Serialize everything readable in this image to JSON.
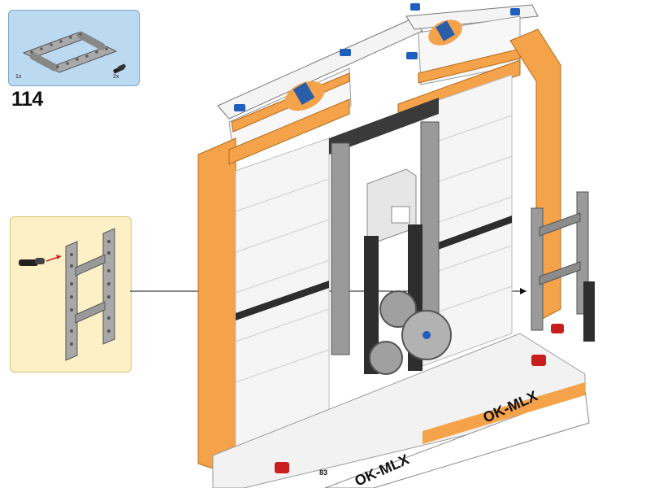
{
  "step": {
    "number": "114"
  },
  "parts_box": {
    "items": [
      {
        "name": "technic-h-frame-part",
        "qty": "1x"
      },
      {
        "name": "technic-pin-part",
        "qty": "2x"
      }
    ]
  },
  "model": {
    "decal_text": "OK-MLX"
  },
  "page": {
    "number": "83"
  },
  "colors": {
    "parts_bg": "#bcd9f2",
    "subassembly_bg": "#fdf0c7",
    "orange": "#f4a34a",
    "white": "#f7f7f7",
    "gray": "#9a9a9a",
    "dark": "#3a3a3a",
    "blue_pin": "#1f5fbf",
    "red_pin": "#c81e1e"
  }
}
